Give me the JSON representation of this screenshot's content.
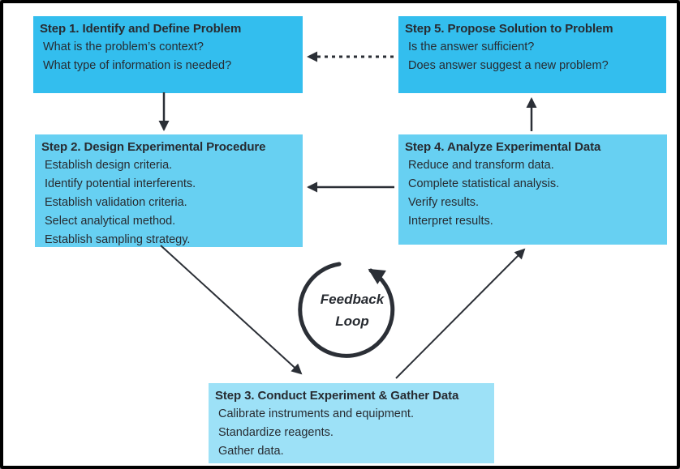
{
  "diagram": {
    "colors": {
      "box_dark_cyan": "#33beee",
      "box_medium_blue": "#67d0f2",
      "box_light_blue": "#9de1f7",
      "text": "#272b31",
      "arrow": "#2b2f36",
      "outer_border": "#000000",
      "background": "#ffffff"
    },
    "boxes": [
      {
        "id": "step1",
        "title": "Step 1. Identify and Define Problem",
        "lines": [
          "What is the problem’s context?",
          "What type of information is needed?"
        ]
      },
      {
        "id": "step2",
        "title": "Step 2. Design Experimental Procedure",
        "lines": [
          "Establish design criteria.",
          "Identify potential interferents.",
          "Establish validation criteria.",
          "Select analytical method.",
          "Establish sampling strategy."
        ]
      },
      {
        "id": "step3",
        "title": "Step 3. Conduct Experiment & Gather Data",
        "lines": [
          "Calibrate instruments and equipment.",
          "Standardize reagents.",
          "Gather data."
        ]
      },
      {
        "id": "step4",
        "title": "Step 4. Analyze Experimental Data",
        "lines": [
          "Reduce and transform data.",
          "Complete statistical analysis.",
          "Verify results.",
          "Interpret results."
        ]
      },
      {
        "id": "step5",
        "title": "Step 5. Propose Solution to Problem",
        "lines": [
          "Is the answer sufficient?",
          "Does answer suggest a new problem?"
        ]
      }
    ],
    "arrows": [
      {
        "from": "step1",
        "to": "step2",
        "style": "solid"
      },
      {
        "from": "step2",
        "to": "step3",
        "style": "solid"
      },
      {
        "from": "step3",
        "to": "step4",
        "style": "solid"
      },
      {
        "from": "step4",
        "to": "step5",
        "style": "solid"
      },
      {
        "from": "step4",
        "to": "step2",
        "style": "solid"
      },
      {
        "from": "step5",
        "to": "step1",
        "style": "dashed"
      }
    ],
    "feedback_loop": {
      "line1": "Feedback",
      "line2": "Loop",
      "direction": "counterclockwise"
    }
  }
}
